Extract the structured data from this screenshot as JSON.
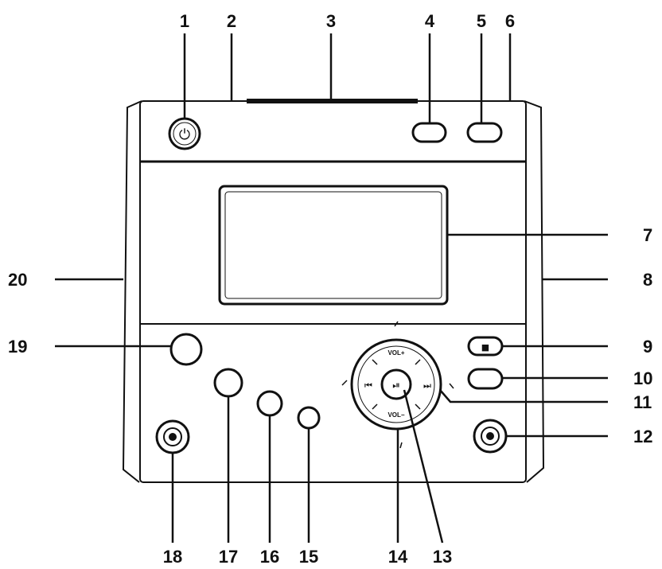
{
  "callouts": {
    "c1": "1",
    "c2": "2",
    "c3": "3",
    "c4": "4",
    "c5": "5",
    "c6": "6",
    "c7": "7",
    "c8": "8",
    "c9": "9",
    "c10": "10",
    "c11": "11",
    "c12": "12",
    "c13": "13",
    "c14": "14",
    "c15": "15",
    "c16": "16",
    "c17": "17",
    "c18": "18",
    "c19": "19",
    "c20": "20"
  },
  "buttons": {
    "power_symbol": "⏻",
    "stop_symbol": "■",
    "prev_symbol": "⏮",
    "next_symbol": "⏭",
    "play_pause_symbol": "⏯",
    "vol_up": "VOL+",
    "vol_down": "VOL−"
  },
  "icons": {
    "power": "power-icon",
    "stop": "stop-icon",
    "prev": "skip-previous-icon",
    "next": "skip-next-icon",
    "play_pause": "play-pause-icon"
  }
}
